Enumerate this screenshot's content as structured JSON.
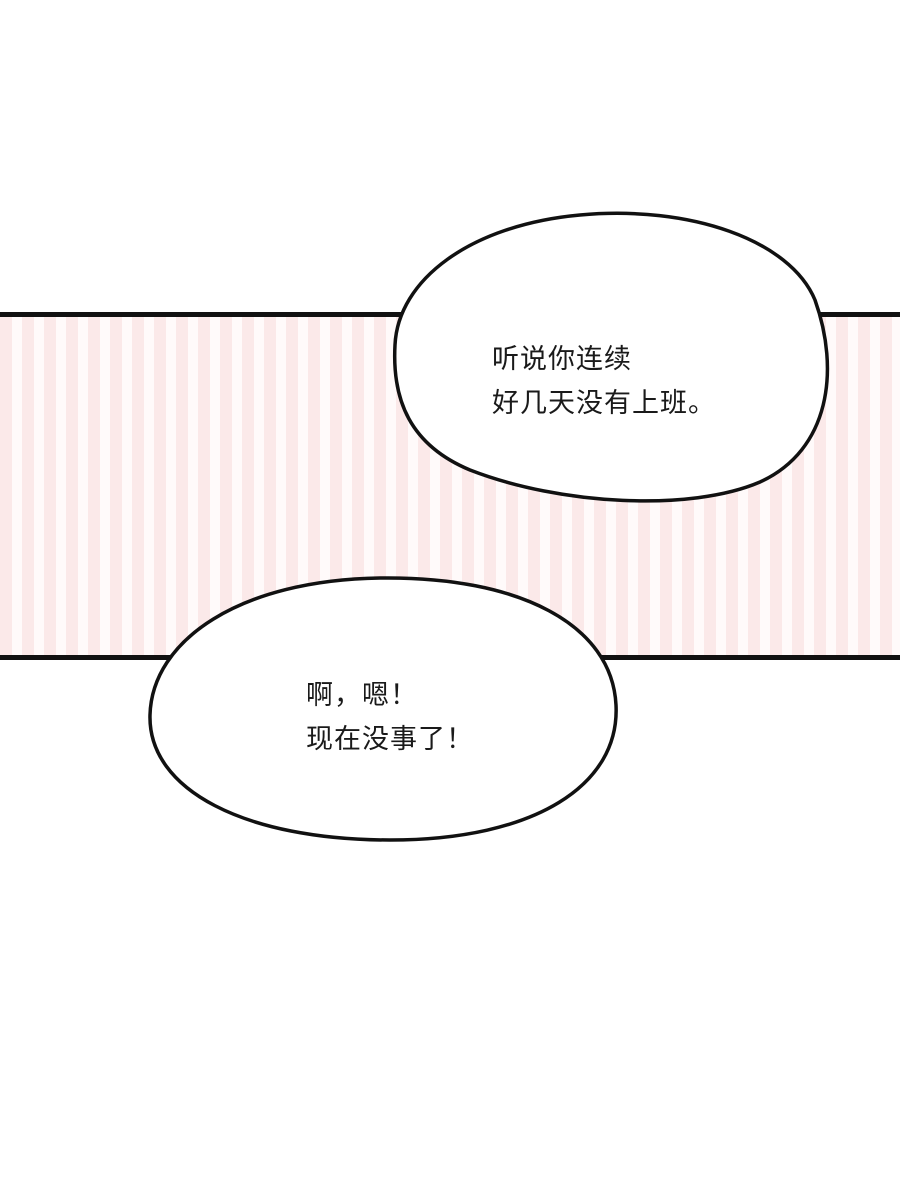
{
  "panel": {
    "stripe_colors": [
      "#fbe9e9",
      "#fffafa"
    ],
    "border_color": "#111111"
  },
  "bubbles": [
    {
      "lines": [
        "听说你连续",
        "好几天没有上班。"
      ]
    },
    {
      "lines": [
        "啊，嗯！",
        "现在没事了！"
      ]
    }
  ]
}
